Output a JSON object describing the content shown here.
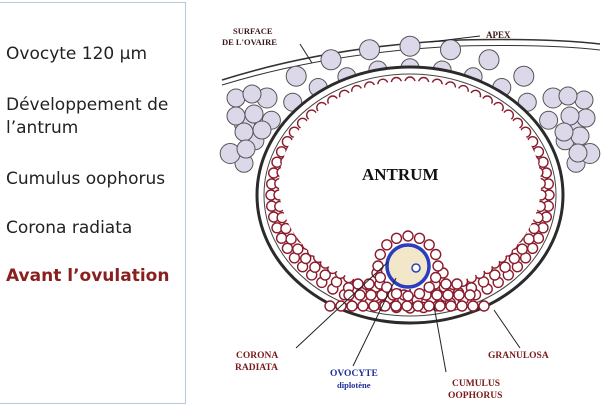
{
  "left_panel": {
    "items": [
      {
        "text": "Ovocyte 120 µm"
      },
      {
        "text": "Développement de l’antrum",
        "line1": "Développement de",
        "line2": "l’antrum"
      },
      {
        "text": "Cumulus oophorus"
      },
      {
        "text": "Corona radiata"
      },
      {
        "text": "Avant l’ovulation"
      }
    ]
  },
  "diagram": {
    "surface_label_1": "SURFACE",
    "surface_label_2": "DE L'OVAIRE",
    "apex_label": "APEX",
    "antrum_label": "ANTRUM",
    "corona_label_1": "CORONA",
    "corona_label_2": "RADIATA",
    "ovocyte_label": "OVOCYTE",
    "diplotene_label": "diplotène",
    "granulosa_label": "GRANULOSA",
    "cumulus_label_1": "CUMULUS",
    "cumulus_label_2": "OOPHORUS"
  },
  "colors": {
    "cell_red": "#8b1a2b",
    "theca_cell": "#dcd8ea",
    "oocyte_ring": "#2a3ec0",
    "oocyte_fill": "#f3e7c9",
    "label_dark": "#3a1a1a",
    "label_blue": "#1f2f9a",
    "highlight_red": "#8a1f1f"
  }
}
